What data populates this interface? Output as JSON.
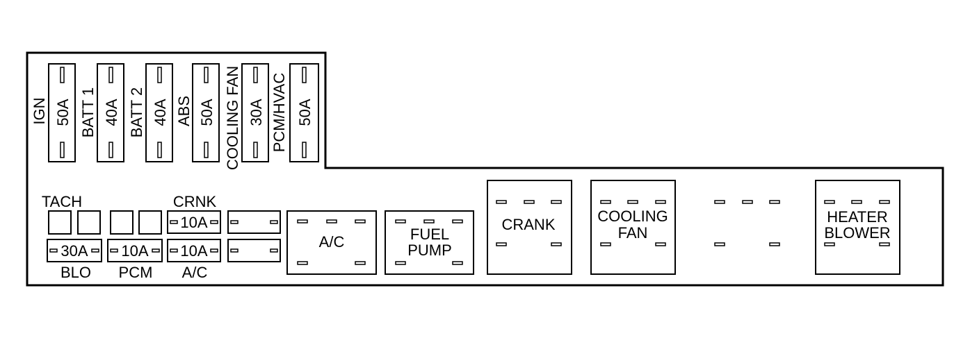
{
  "maxi_fuses": [
    {
      "side_label": "IGN",
      "rating": "50A"
    },
    {
      "side_label": "BATT 1",
      "rating": "40A"
    },
    {
      "side_label": "BATT 2",
      "rating": "40A"
    },
    {
      "side_label": "ABS",
      "rating": "50A"
    },
    {
      "side_label": "COOLING FAN",
      "rating": "30A"
    },
    {
      "side_label": "PCM/HVAC",
      "rating": "50A"
    }
  ],
  "mini_fuses": {
    "tach_label": "TACH",
    "crnk_label": "CRNK",
    "crnk_rating": "10A",
    "bottom": [
      {
        "rating": "30A",
        "label": "BLO"
      },
      {
        "rating": "10A",
        "label": "PCM"
      },
      {
        "rating": "10A",
        "label": "A/C"
      }
    ]
  },
  "relays": {
    "ac": "A/C",
    "fuel_pump_line1": "FUEL",
    "fuel_pump_line2": "PUMP",
    "crank": "CRANK",
    "cooling_fan_line1": "COOLING",
    "cooling_fan_line2": "FAN",
    "heater_blower_line1": "HEATER",
    "heater_blower_line2": "BLOWER"
  }
}
